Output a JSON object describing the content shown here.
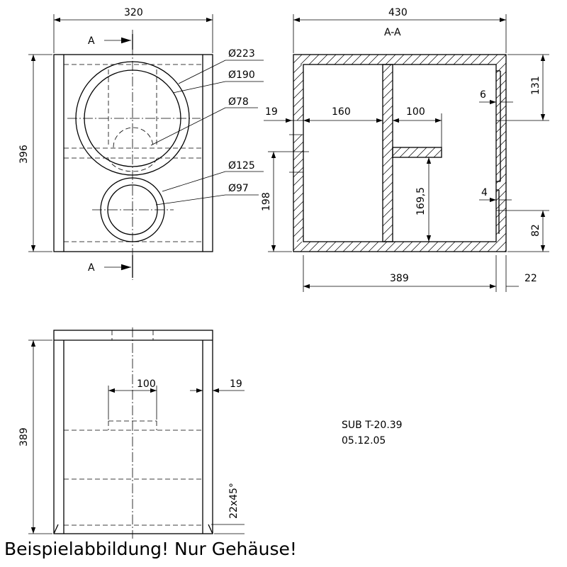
{
  "dimensions": {
    "front_width": "320",
    "front_height": "396",
    "d223": "Ø223",
    "d190": "Ø190",
    "d78": "Ø78",
    "d125": "Ø125",
    "d97": "Ø97",
    "section_width": "430",
    "t19": "19",
    "d160": "160",
    "d100": "100",
    "d6": "6",
    "d131": "131",
    "d198": "198",
    "d169_5": "169,5",
    "d4": "4",
    "d82": "82",
    "d389": "389",
    "d22": "22",
    "top_depth": "389",
    "top_100": "100",
    "top_19": "19",
    "chamfer": "22x45°"
  },
  "section_marker": "A",
  "section_title": "A-A",
  "product": {
    "code": "SUB T-20.39",
    "date": "05.12.05"
  },
  "caption": "Beispielabbildung! Nur Gehäuse!"
}
